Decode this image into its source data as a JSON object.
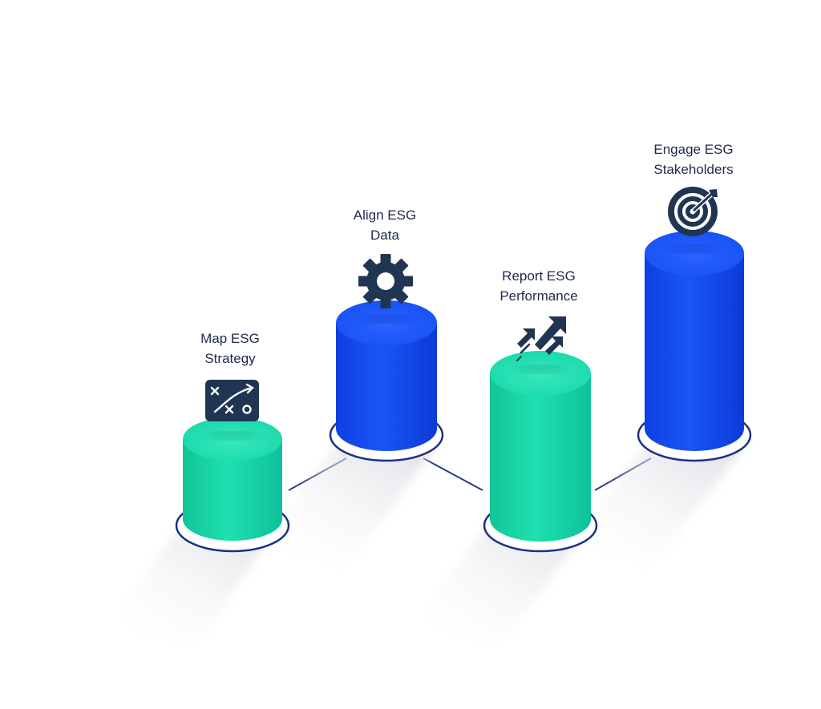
{
  "colors": {
    "green": "#14d5a6",
    "blue": "#1348f0",
    "ring": "#1c2f86",
    "icon": "#1f3552",
    "text": "#1e2a4a"
  },
  "steps": [
    {
      "line1": "Map ESG",
      "line2": "Strategy",
      "color": "green",
      "icon": "strategy-board-icon"
    },
    {
      "line1": "Align ESG",
      "line2": "Data",
      "color": "blue",
      "icon": "gear-icon"
    },
    {
      "line1": "Report ESG",
      "line2": "Performance",
      "color": "green",
      "icon": "rising-arrows-icon"
    },
    {
      "line1": "Engage ESG",
      "line2": "Stakeholders",
      "color": "blue",
      "icon": "target-icon"
    }
  ]
}
